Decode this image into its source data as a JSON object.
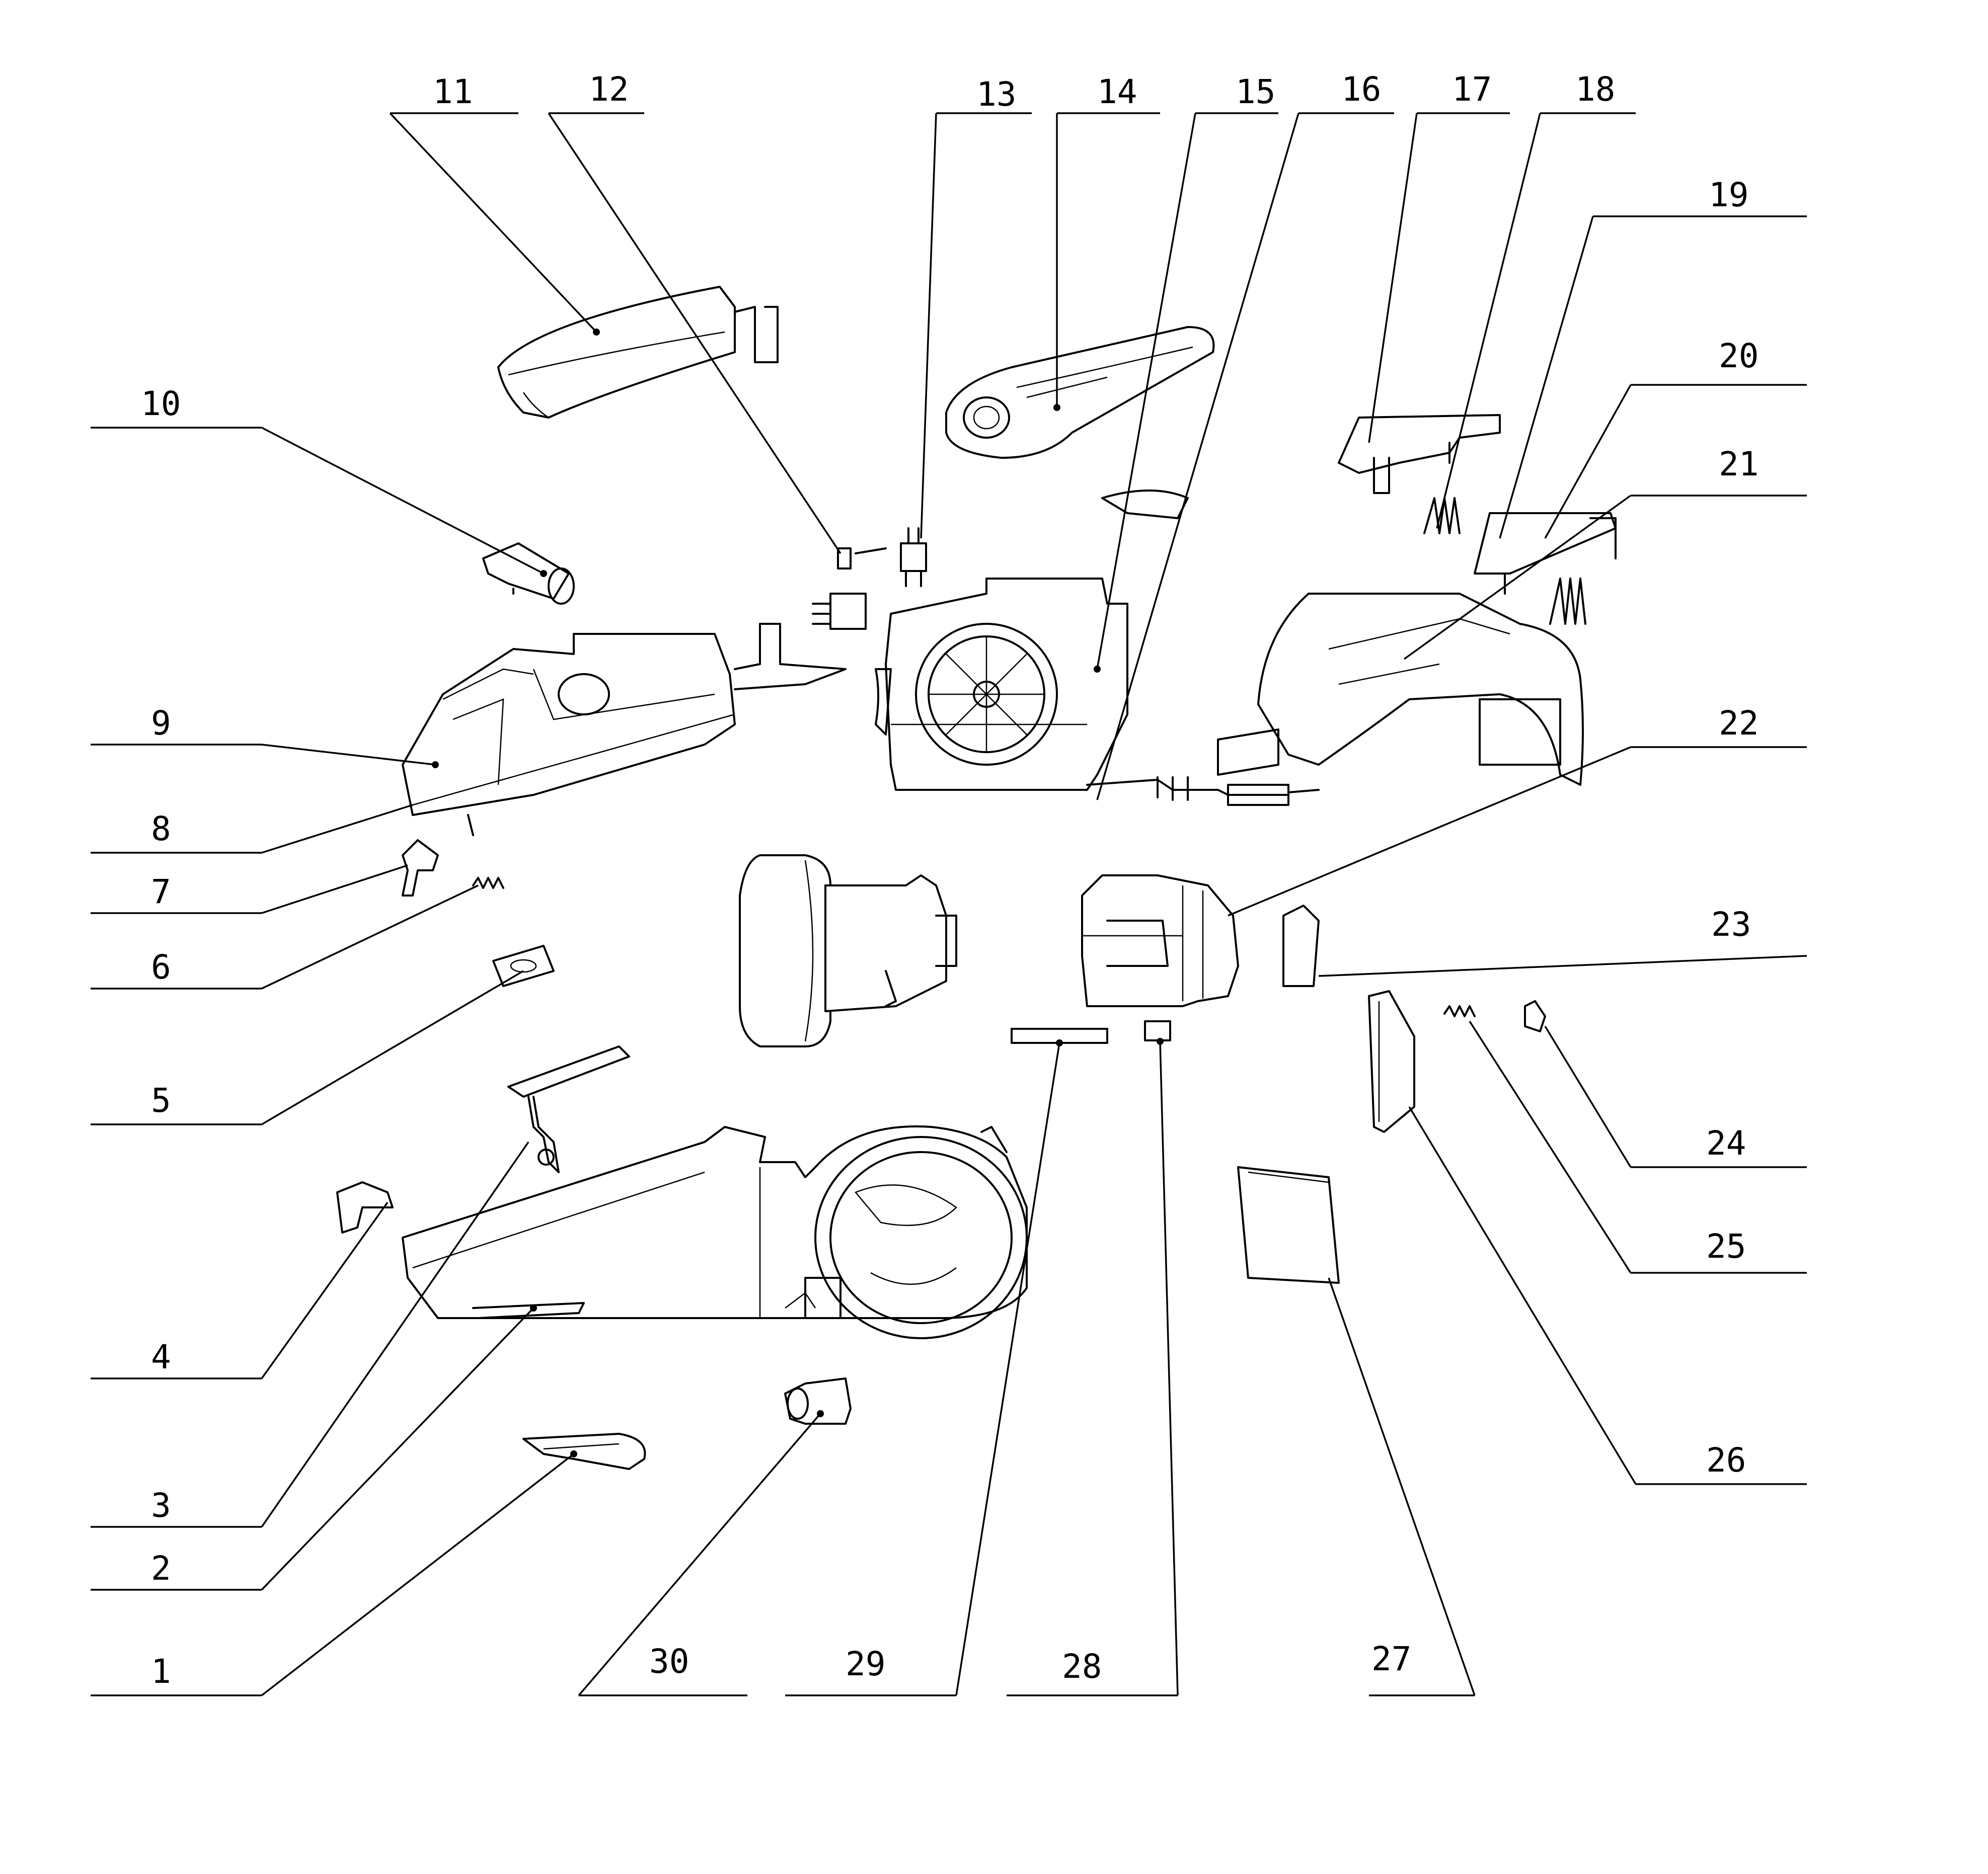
{
  "callouts": [
    {
      "num": "1"
    },
    {
      "num": "2"
    },
    {
      "num": "3"
    },
    {
      "num": "4"
    },
    {
      "num": "5"
    },
    {
      "num": "6"
    },
    {
      "num": "7"
    },
    {
      "num": "8"
    },
    {
      "num": "9"
    },
    {
      "num": "10"
    },
    {
      "num": "11"
    },
    {
      "num": "12"
    },
    {
      "num": "13"
    },
    {
      "num": "14"
    },
    {
      "num": "15"
    },
    {
      "num": "16"
    },
    {
      "num": "17"
    },
    {
      "num": "18"
    },
    {
      "num": "19"
    },
    {
      "num": "20"
    },
    {
      "num": "21"
    },
    {
      "num": "22"
    },
    {
      "num": "23"
    },
    {
      "num": "24"
    },
    {
      "num": "25"
    },
    {
      "num": "26"
    },
    {
      "num": "27"
    },
    {
      "num": "28"
    },
    {
      "num": "29"
    },
    {
      "num": "30"
    }
  ]
}
